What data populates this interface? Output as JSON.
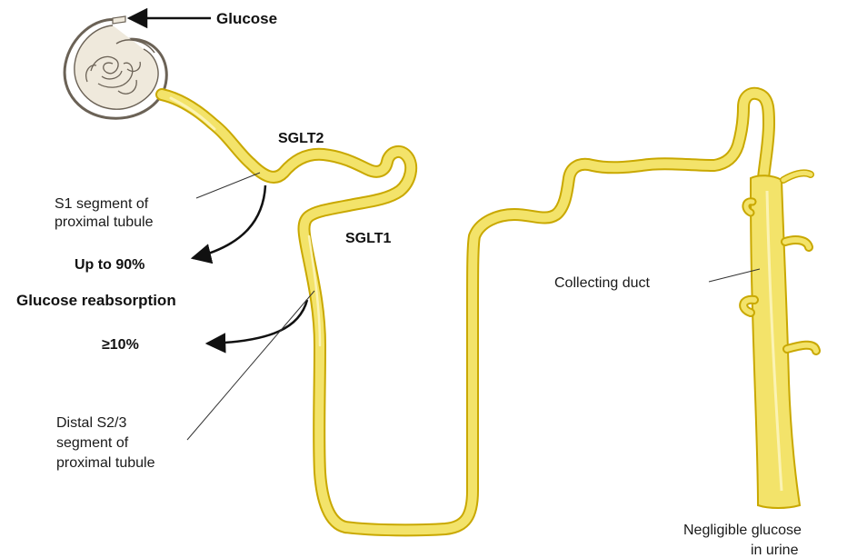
{
  "labels": {
    "glucose": "Glucose",
    "sglt2": "SGLT2",
    "sglt1": "SGLT1",
    "s1_line1": "S1 segment of",
    "s1_line2": "proximal tubule",
    "up_to_90": "Up to 90%",
    "glucose_reabsorption": "Glucose reabsorption",
    "ge_10": "≥10%",
    "distal_line1": "Distal S2/3",
    "distal_line2": "segment of",
    "distal_line3": "proximal tubule",
    "collecting_duct": "Collecting duct",
    "negligible_line1": "Negligible glucose",
    "negligible_line2": "in urine"
  },
  "colors": {
    "tubule_fill": "#f3e36a",
    "tubule_outline": "#c9a800",
    "glomerulus_fill": "#efe9dc",
    "glomerulus_outline": "#6b6256",
    "arrow": "#111111"
  }
}
